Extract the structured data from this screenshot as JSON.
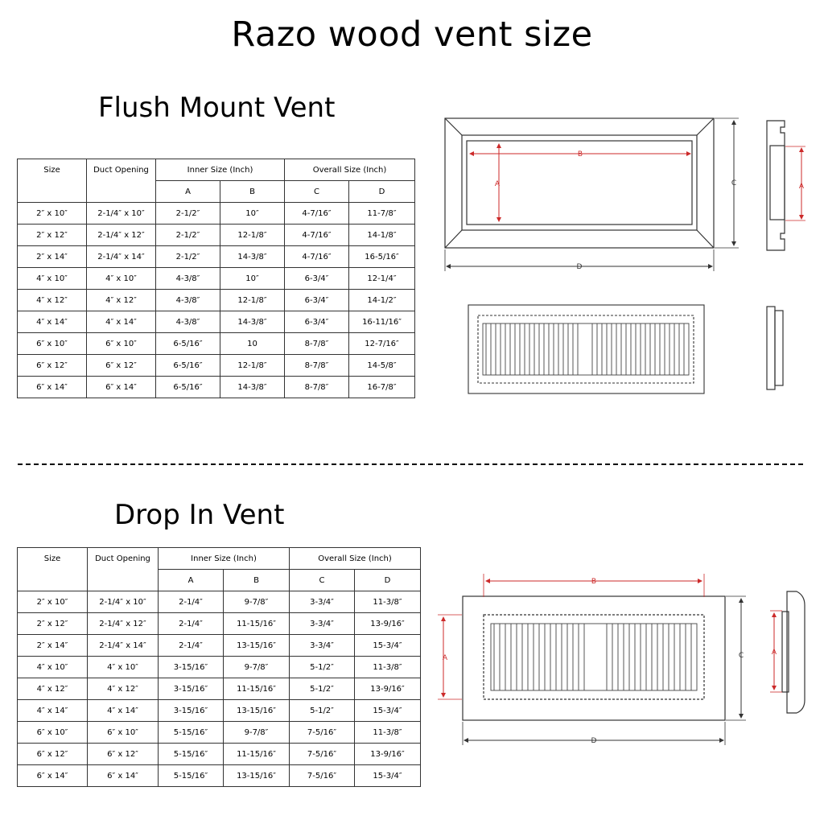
{
  "title": "Razo wood vent size",
  "flush": {
    "title": "Flush Mount Vent",
    "headers": {
      "size": "Size",
      "duct": "Duct Opening",
      "inner": "Inner Size (Inch)",
      "overall": "Overall Size (Inch)",
      "a": "A",
      "b": "B",
      "c": "C",
      "d": "D"
    },
    "rows": [
      {
        "size": "2″  x  10″",
        "duct": "2-1/4″  x  10″",
        "a": "2-1/2″",
        "b": "10″",
        "c": "4-7/16″",
        "d": "11-7/8″"
      },
      {
        "size": "2″  x  12″",
        "duct": "2-1/4″  x  12″",
        "a": "2-1/2″",
        "b": "12-1/8″",
        "c": "4-7/16″",
        "d": "14-1/8″"
      },
      {
        "size": "2″  x  14″",
        "duct": "2-1/4″  x  14″",
        "a": "2-1/2″",
        "b": "14-3/8″",
        "c": "4-7/16″",
        "d": "16-5/16″"
      },
      {
        "size": "4″  x  10″",
        "duct": "4″  x  10″",
        "a": "4-3/8″",
        "b": "10″",
        "c": "6-3/4″",
        "d": "12-1/4″"
      },
      {
        "size": "4″  x  12″",
        "duct": "4″  x  12″",
        "a": "4-3/8″",
        "b": "12-1/8″",
        "c": "6-3/4″",
        "d": "14-1/2″"
      },
      {
        "size": "4″  x  14″",
        "duct": "4″  x  14″",
        "a": "4-3/8″",
        "b": "14-3/8″",
        "c": "6-3/4″",
        "d": "16-11/16″"
      },
      {
        "size": "6″  x  10″",
        "duct": "6″  x  10″",
        "a": "6-5/16″",
        "b": "10",
        "c": "8-7/8″",
        "d": "12-7/16″"
      },
      {
        "size": "6″  x  12″",
        "duct": "6″  x  12″",
        "a": "6-5/16″",
        "b": "12-1/8″",
        "c": "8-7/8″",
        "d": "14-5/8″"
      },
      {
        "size": "6″  x  14″",
        "duct": "6″  x  14″",
        "a": "6-5/16″",
        "b": "14-3/8″",
        "c": "8-7/8″",
        "d": "16-7/8″"
      }
    ]
  },
  "drop": {
    "title": "Drop In Vent",
    "headers": {
      "size": "Size",
      "duct": "Duct Opening",
      "inner": "Inner Size (Inch)",
      "overall": "Overall Size (Inch)",
      "a": "A",
      "b": "B",
      "c": "C",
      "d": "D"
    },
    "rows": [
      {
        "size": "2″  x  10″",
        "duct": "2-1/4″  x  10″",
        "a": "2-1/4″",
        "b": "9-7/8″",
        "c": "3-3/4″",
        "d": "11-3/8″"
      },
      {
        "size": "2″  x  12″",
        "duct": "2-1/4″  x  12″",
        "a": "2-1/4″",
        "b": "11-15/16″",
        "c": "3-3/4″",
        "d": "13-9/16″"
      },
      {
        "size": "2″  x  14″",
        "duct": "2-1/4″  x  14″",
        "a": "2-1/4″",
        "b": "13-15/16″",
        "c": "3-3/4″",
        "d": "15-3/4″"
      },
      {
        "size": "4″  x  10″",
        "duct": "4″  x  10″",
        "a": "3-15/16″",
        "b": "9-7/8″",
        "c": "5-1/2″",
        "d": "11-3/8″"
      },
      {
        "size": "4″  x  12″",
        "duct": "4″  x  12″",
        "a": "3-15/16″",
        "b": "11-15/16″",
        "c": "5-1/2″",
        "d": "13-9/16″"
      },
      {
        "size": "4″  x  14″",
        "duct": "4″  x  14″",
        "a": "3-15/16″",
        "b": "13-15/16″",
        "c": "5-1/2″",
        "d": "15-3/4″"
      },
      {
        "size": "6″  x  10″",
        "duct": "6″  x  10″",
        "a": "5-15/16″",
        "b": "9-7/8″",
        "c": "7-5/16″",
        "d": "11-3/8″"
      },
      {
        "size": "6″  x  12″",
        "duct": "6″  x  12″",
        "a": "5-15/16″",
        "b": "11-15/16″",
        "c": "7-5/16″",
        "d": "13-9/16″"
      },
      {
        "size": "6″  x  14″",
        "duct": "6″  x  14″",
        "a": "5-15/16″",
        "b": "13-15/16″",
        "c": "7-5/16″",
        "d": "15-3/4″"
      }
    ]
  },
  "diagram_labels": {
    "a": "A",
    "b": "B",
    "c": "C",
    "d": "D"
  },
  "colors": {
    "dimension_red": "#cc2a2a",
    "line": "#333333"
  }
}
